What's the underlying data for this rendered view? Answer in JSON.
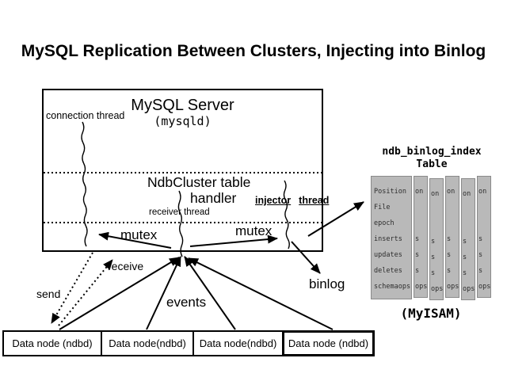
{
  "title": "MySQL Replication Between Clusters, Injecting into Binlog",
  "server": {
    "name": "MySQL Server",
    "process": "(mysqld)",
    "connection_thread": "connection thread",
    "handler_line1": "NdbCluster table",
    "handler_line2": "handler",
    "injector_word1": "injector",
    "injector_word2": "thread",
    "receiver_thread": "receiver thread",
    "mutex_left": "mutex",
    "mutex_right": "mutex"
  },
  "flow_labels": {
    "send": "send",
    "receive": "receive",
    "events": "events",
    "binlog": "binlog"
  },
  "binlog_table": {
    "title_line1": "ndb_binlog_index",
    "title_line2": "Table",
    "rows": [
      "Position",
      "File",
      "epoch",
      "inserts",
      "updates",
      "deletes",
      "schemaops"
    ],
    "record_slivers": [
      "on",
      "",
      "",
      "s",
      "s",
      "s",
      "ops"
    ],
    "record_count": 5,
    "engine": "(MyISAM)"
  },
  "data_nodes": [
    "Data node (ndbd)",
    "Data node(ndbd)",
    "Data node(ndbd)",
    "Data node (ndbd)"
  ],
  "colors": {
    "ink": "#000000",
    "table_fill": "#b9b9b9",
    "table_border": "#8a8a8a"
  }
}
